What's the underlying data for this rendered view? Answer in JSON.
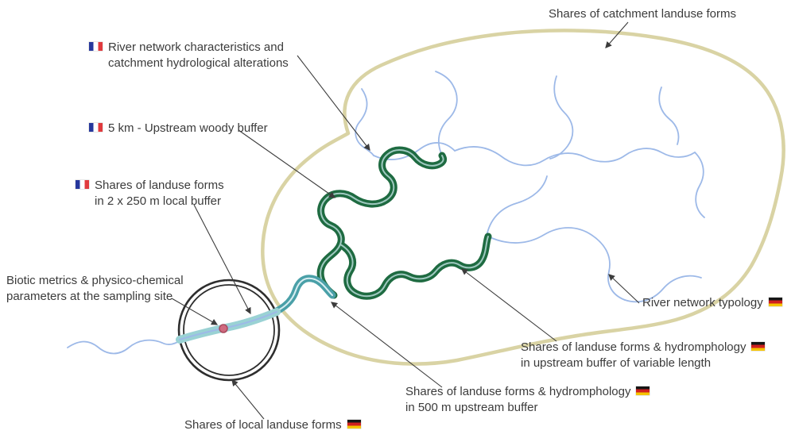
{
  "labels": {
    "catchment_landuse": {
      "text": "Shares of catchment landuse forms"
    },
    "river_network_characteristics": {
      "flag": "france",
      "line1": "River network characteristics and",
      "line2": "catchment hydrological alterations"
    },
    "upstream_woody_buffer": {
      "flag": "france",
      "text": "5 km - Upstream woody buffer"
    },
    "local_buffer_shares": {
      "flag": "france",
      "line1": "Shares of landuse forms",
      "line2": "in 2 x 250 m local buffer"
    },
    "biotic_metrics": {
      "line1": "Biotic metrics & physico-chemical",
      "line2": "parameters at the sampling site"
    },
    "river_network_typology": {
      "flag": "germany",
      "text": "River network typology"
    },
    "variable_length_buffer": {
      "flag": "germany",
      "line1": "Shares of landuse forms & hydromphology",
      "line2": "in upstream buffer of variable length"
    },
    "upstream_500m_buffer": {
      "flag": "germany",
      "line1": "Shares of landuse forms & hydromphology",
      "line2": "in 500 m upstream buffer"
    },
    "local_landuse": {
      "flag": "germany",
      "text": "Shares of local landuse forms"
    }
  },
  "colors": {
    "catchment_boundary": "#d9d3a4",
    "river": "#9db9e8",
    "woody_buffer": "#1e6b41",
    "woody_buffer_core": "#9fc9c0",
    "upstream_buffer": "#4aa0a8",
    "upstream_buffer_core": "#d8eef2",
    "local_buffer_band": "#9ad2d4",
    "circle_ring": "#2e2e2e",
    "sampling_site": "#d06a7f",
    "sampling_site_edge": "#a84b5e",
    "arrow": "#3c3c3c"
  },
  "icons": {
    "france_flag": "france-flag-icon",
    "germany_flag": "germany-flag-icon"
  }
}
